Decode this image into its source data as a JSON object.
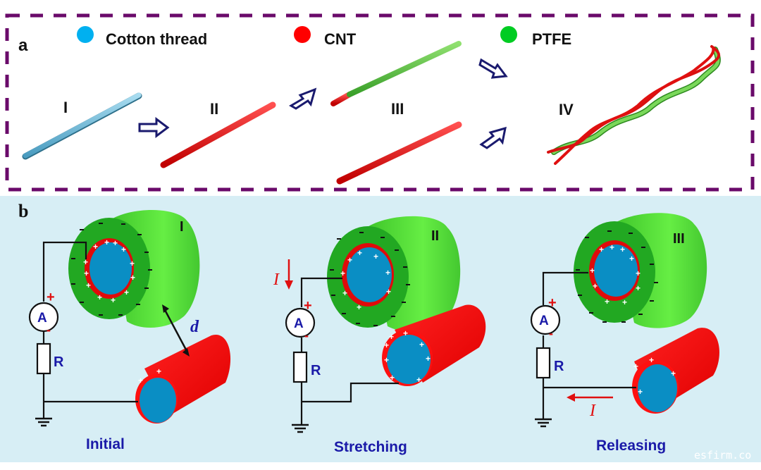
{
  "panel_a": {
    "letter": "a",
    "legend": [
      {
        "label": "Cotton thread",
        "color": "#00b0f0"
      },
      {
        "label": "CNT",
        "color": "#ff0000"
      },
      {
        "label": "PTFE",
        "color": "#00cc22"
      }
    ],
    "stages": [
      "I",
      "II",
      "III",
      "IV"
    ],
    "border_color": "#6a0a6a",
    "arrow_color": "#1a1a6e"
  },
  "panel_b": {
    "letter": "b",
    "states": [
      {
        "roman": "I",
        "caption": "Initial",
        "distance_label": "d"
      },
      {
        "roman": "II",
        "caption": "Stretching",
        "current_label": "I"
      },
      {
        "roman": "III",
        "caption": "Releasing",
        "current_label": "I"
      }
    ],
    "ammeter_label": "A",
    "resistor_label": "R",
    "plus_sign": "+",
    "minus_sign": "-",
    "colors": {
      "ptfe": "#33cc22",
      "cnt": "#ff1010",
      "core": "#0a8ec4",
      "background": "#d7eef5"
    }
  },
  "watermark": "esfirm.co"
}
